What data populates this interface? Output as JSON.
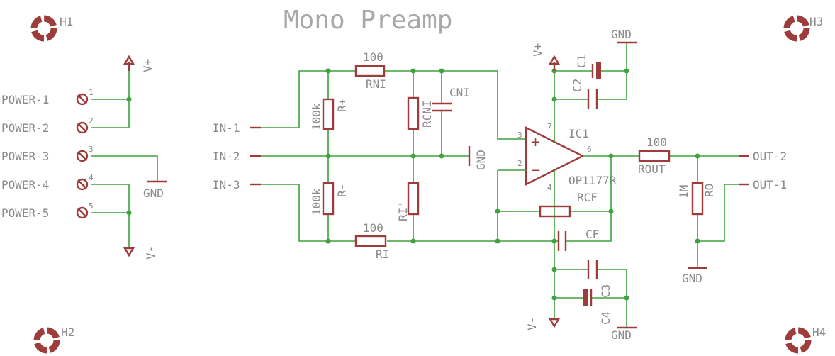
{
  "title": "Mono Preamp",
  "holes": [
    "H1",
    "H2",
    "H3",
    "H4"
  ],
  "power_terminals": [
    "POWER-1",
    "POWER-2",
    "POWER-3",
    "POWER-4",
    "POWER-5"
  ],
  "power_pins": [
    "1",
    "2",
    "3",
    "4",
    "5"
  ],
  "inputs": [
    "IN-1",
    "IN-2",
    "IN-3"
  ],
  "outputs": [
    "OUT-2",
    "OUT-1"
  ],
  "supply": {
    "vplus": "V+",
    "vminus": "V-",
    "gnd": "GND"
  },
  "resistors": {
    "rni_value": "100",
    "rni_name": "RNI",
    "rplus_value": "100k",
    "rplus_name": "R+",
    "rminus_value": "100k",
    "rminus_name": "R-",
    "ri_value": "100",
    "ri_name": "RI",
    "rcni_name": "RCNI",
    "ri_prime_name": "RI'",
    "rcf_name": "RCF",
    "rout_value": "100",
    "rout_name": "ROUT",
    "ro_value": "1M",
    "ro_name": "RO"
  },
  "capacitors": {
    "cni": "CNI",
    "cf": "CF",
    "c1": "C1",
    "c2": "C2",
    "c3": "C3",
    "c4": "C4"
  },
  "opamp": {
    "name": "IC1",
    "part": "OP1177R",
    "pins": {
      "p3": "3",
      "p2": "2",
      "p7": "7",
      "p4": "4",
      "p6": "6"
    },
    "plus": "+",
    "minus": "−"
  }
}
